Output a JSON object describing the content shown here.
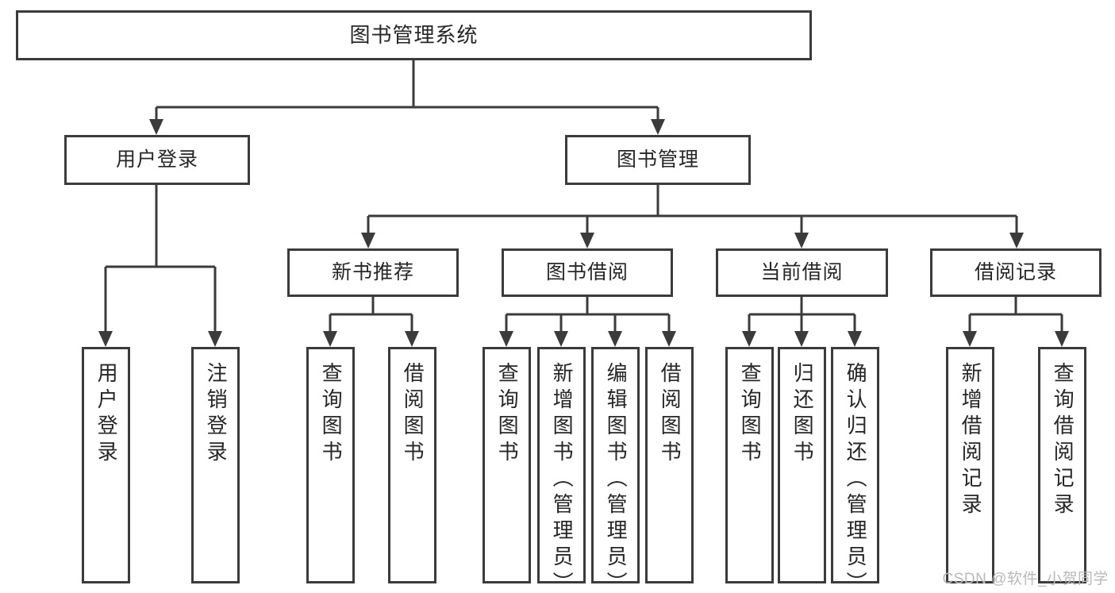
{
  "diagram": {
    "type": "tree-hierarchy",
    "title": "图书管理系统",
    "background_color": "#ffffff",
    "line_color": "#3b3b3b",
    "text_color": "#262626",
    "root": {
      "id": "root",
      "label": "图书管理系统",
      "orientation": "horizontal"
    },
    "level2": [
      {
        "id": "user-login",
        "label": "用户登录",
        "orientation": "horizontal"
      },
      {
        "id": "book-manage",
        "label": "图书管理",
        "orientation": "horizontal"
      }
    ],
    "level3": [
      {
        "id": "new-book-rec",
        "label": "新书推荐",
        "orientation": "horizontal",
        "parent": "book-manage"
      },
      {
        "id": "book-borrow",
        "label": "图书借阅",
        "orientation": "horizontal",
        "parent": "book-manage"
      },
      {
        "id": "current-borrow",
        "label": "当前借阅",
        "orientation": "horizontal",
        "parent": "book-manage"
      },
      {
        "id": "borrow-record",
        "label": "借阅记录",
        "orientation": "horizontal",
        "parent": "book-manage"
      }
    ],
    "leaves": [
      {
        "id": "leaf-user-login",
        "label": "用户登录",
        "parent": "user-login",
        "orientation": "vertical"
      },
      {
        "id": "leaf-user-logout",
        "label": "注销登录",
        "parent": "user-login",
        "orientation": "vertical"
      },
      {
        "id": "leaf-query-book-1",
        "label": "查询图书",
        "parent": "new-book-rec",
        "orientation": "vertical"
      },
      {
        "id": "leaf-borrow-book-1",
        "label": "借阅图书",
        "parent": "new-book-rec",
        "orientation": "vertical"
      },
      {
        "id": "leaf-query-book-2",
        "label": "查询图书",
        "parent": "book-borrow",
        "orientation": "vertical"
      },
      {
        "id": "leaf-add-book",
        "label": "新增图书（管理员）",
        "parent": "book-borrow",
        "orientation": "vertical"
      },
      {
        "id": "leaf-edit-book",
        "label": "编辑图书（管理员）",
        "parent": "book-borrow",
        "orientation": "vertical"
      },
      {
        "id": "leaf-borrow-book-2",
        "label": "借阅图书",
        "parent": "book-borrow",
        "orientation": "vertical"
      },
      {
        "id": "leaf-query-book-3",
        "label": "查询图书",
        "parent": "current-borrow",
        "orientation": "vertical"
      },
      {
        "id": "leaf-return-book",
        "label": "归还图书",
        "parent": "current-borrow",
        "orientation": "vertical"
      },
      {
        "id": "leaf-confirm-return",
        "label": "确认归还（管理员）",
        "parent": "current-borrow",
        "orientation": "vertical"
      },
      {
        "id": "leaf-add-record",
        "label": "新增借阅记录",
        "parent": "borrow-record",
        "orientation": "vertical"
      },
      {
        "id": "leaf-query-record",
        "label": "查询借阅记录",
        "parent": "borrow-record",
        "orientation": "vertical"
      }
    ]
  },
  "watermark": {
    "text": "CSDN @软件_小贺同学",
    "color": "#b9b9b9"
  }
}
